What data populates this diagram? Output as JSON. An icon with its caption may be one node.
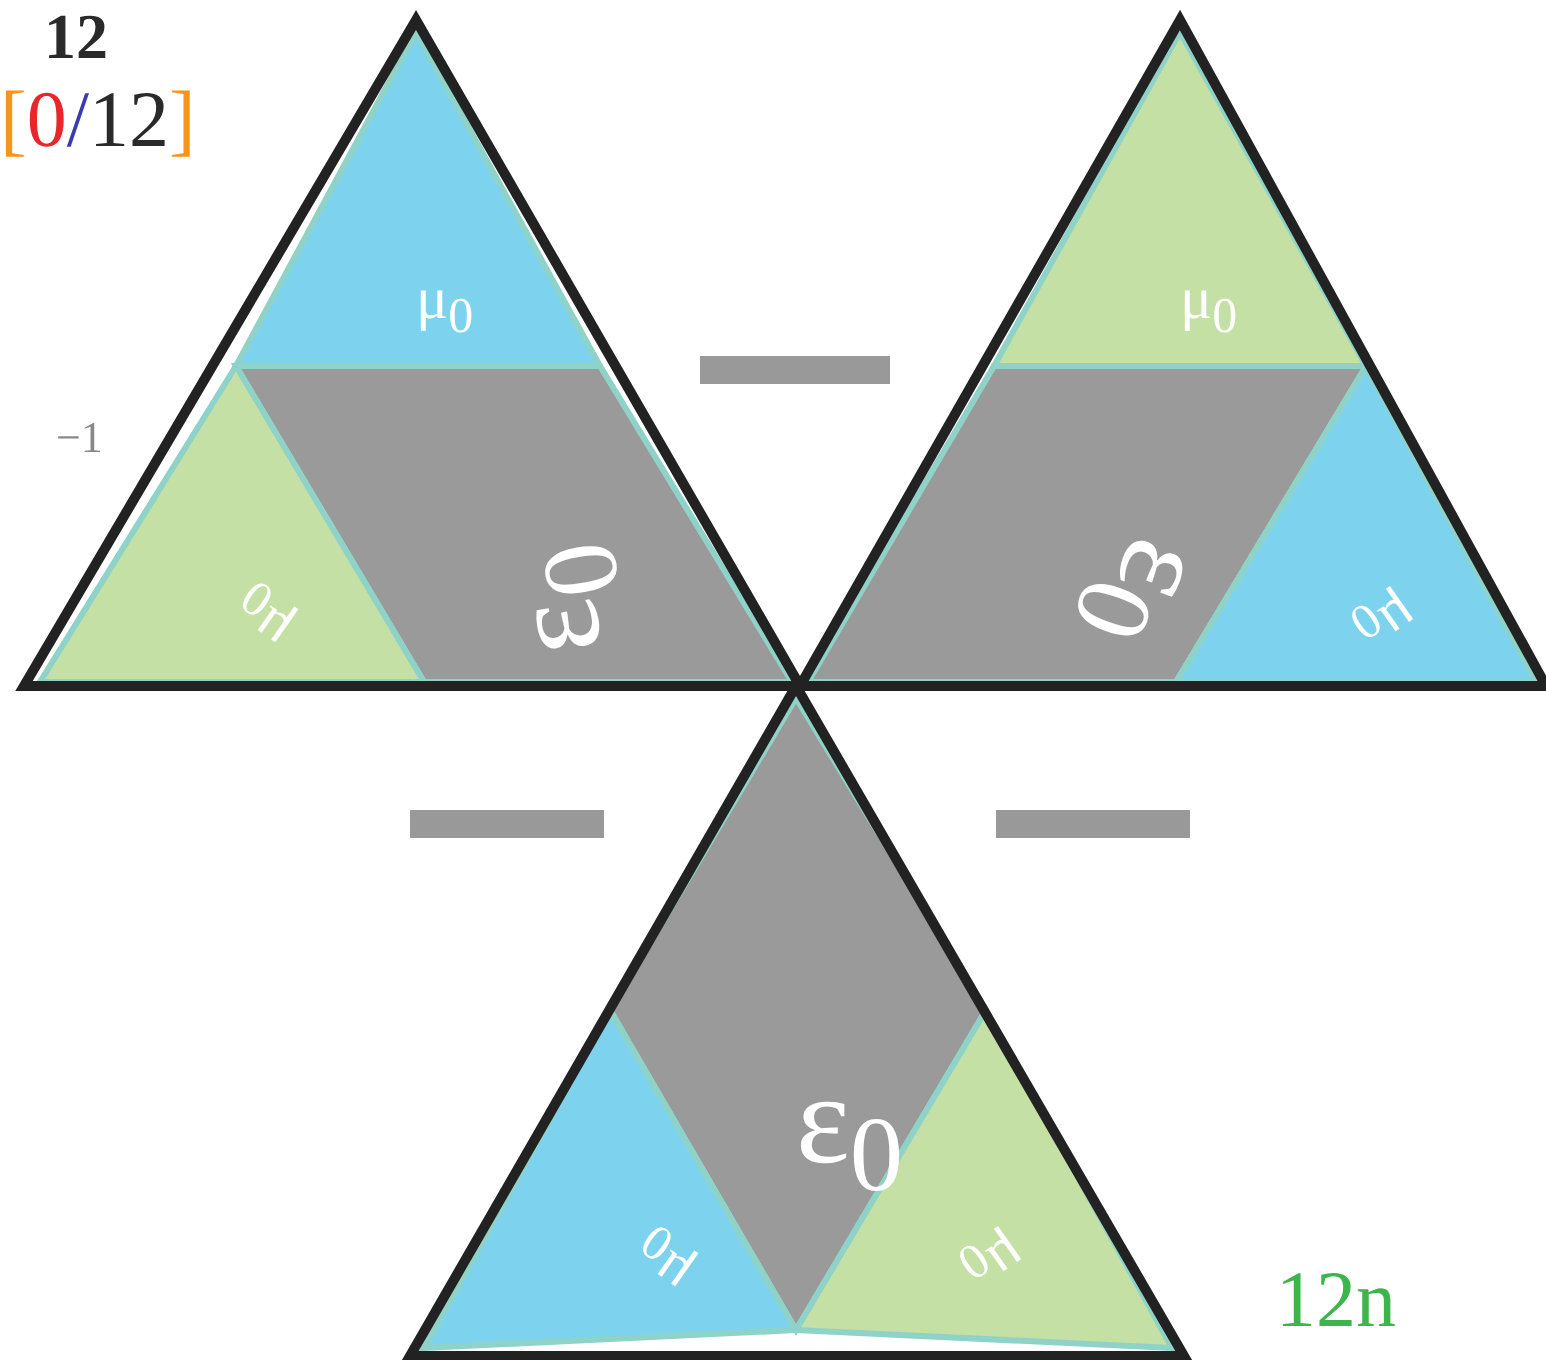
{
  "diagram": {
    "nodes": [
      {
        "text": [],
        "shape": "triangle"
      },
      {
        "text": [
          "μ$_{0}$"
        ],
        "in": 0
      },
      {
        "text": [
          "ε$_{0}$"
        ],
        "in": 0
      },
      {
        "text": [
          "μ$_{0}$"
        ],
        "in": 0
      },
      {
        "text": [],
        "shape": "bar"
      },
      {
        "text": [],
        "shape": "triangle"
      },
      {
        "text": [
          "μ$_{0}$"
        ],
        "in": 5
      },
      {
        "text": [
          "ε$_{0}$"
        ],
        "in": 5
      },
      {
        "text": [
          "μ$_{0}$"
        ],
        "in": 5
      },
      {
        "text": [],
        "shape": "bar"
      },
      {
        "text": [],
        "shape": "bar"
      },
      {
        "text": [],
        "shape": "triangle"
      },
      {
        "text": [
          "ε$_{0}$"
        ],
        "in": 11
      },
      {
        "text": [
          "μ$_{0}$"
        ],
        "in": 11
      },
      {
        "text": [
          "μ$_{0}$"
        ],
        "in": 11
      }
    ],
    "edges": [],
    "labels": [
      "12",
      "[0/12]",
      "−1",
      "12n"
    ]
  }
}
